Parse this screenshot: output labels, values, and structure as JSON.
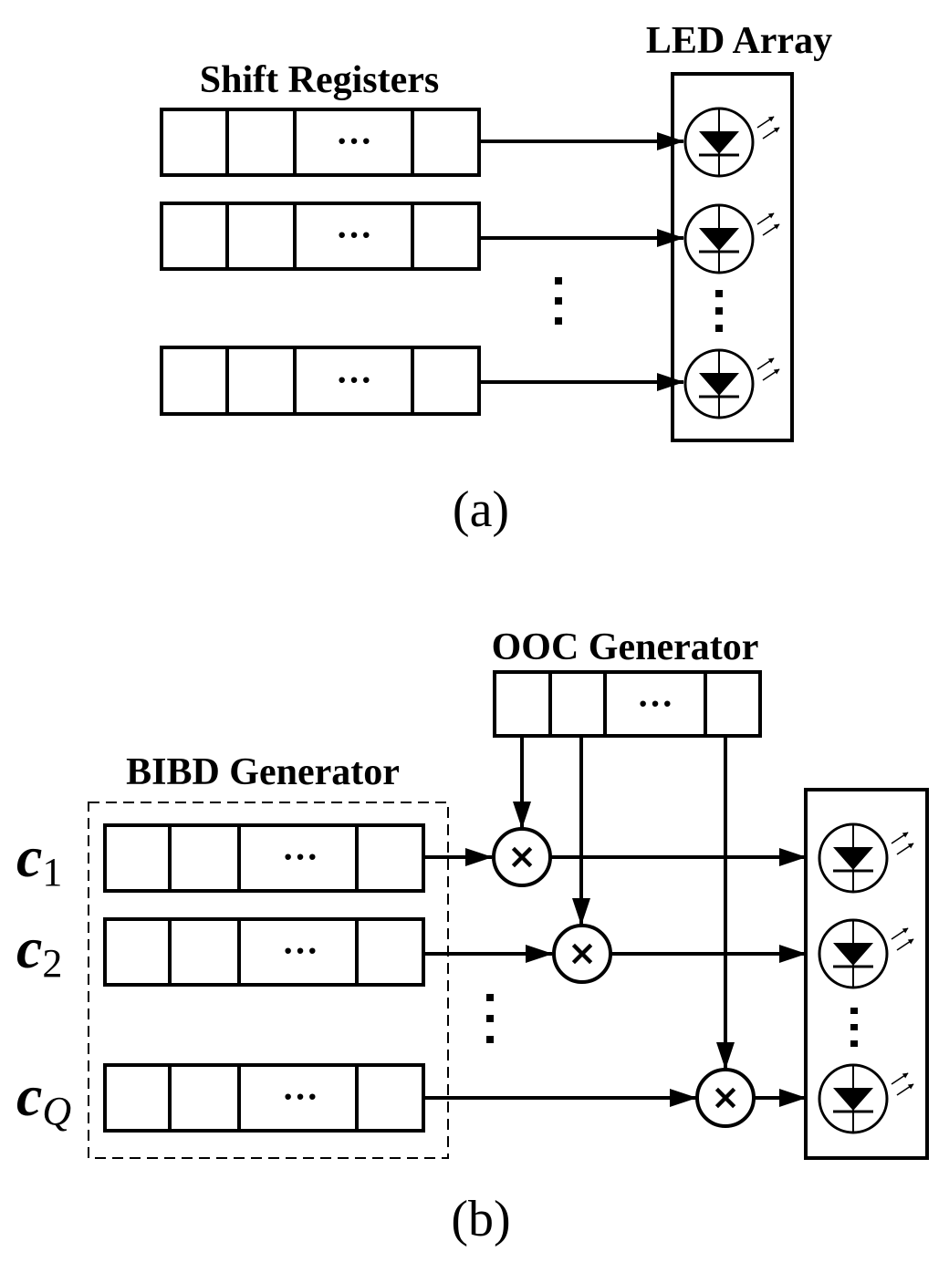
{
  "panel_a": {
    "title_shift_registers": "Shift Registers",
    "title_led_array": "LED Array",
    "caption": "(a)",
    "register_ellipsis": "···"
  },
  "panel_b": {
    "title_ooc": "OOC Generator",
    "title_bibd": "BIBD Generator",
    "caption": "(b)",
    "register_ellipsis": "···",
    "multiplier_symbol": "×",
    "row_labels": [
      {
        "main": "c",
        "sub": "1"
      },
      {
        "main": "c",
        "sub": "2"
      },
      {
        "main": "c",
        "sub": "Q"
      }
    ]
  },
  "icons": {
    "led": "led-diode-icon",
    "multiplier": "multiplier-icon",
    "vertical_ellipsis": "vertical-ellipsis-icon"
  }
}
